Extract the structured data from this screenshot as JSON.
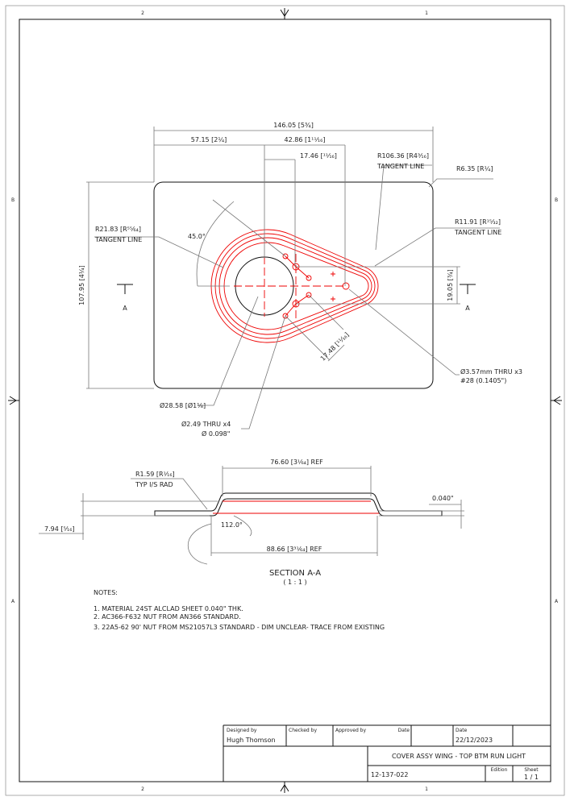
{
  "zones": {
    "top": [
      "2",
      "1"
    ],
    "side": [
      "B",
      "A"
    ]
  },
  "plan_view": {
    "dims": {
      "overall_width": "146.05 [5¾]",
      "left_to_center": "57.15 [2¼]",
      "center_to_hole": "42.86 [1¹¹⁄₁₆]",
      "center_to_bolt": "17.46 [¹¹⁄₁₆]",
      "r_large": "R106.36 [R4³⁄₁₆]",
      "r_large_note": "TANGENT LINE",
      "corner_radius": "R6.35 [R¼]",
      "r_left": "R21.83 [R⁵⁵⁄₆₄]",
      "r_left_note": "TANGENT LINE",
      "r_right": "R11.91 [R¹⁵⁄₃₂]",
      "r_right_note": "TANGENT LINE",
      "angle": "45.0°",
      "height": "107.95 [4¼]",
      "hole_spacing": "19.05 [¾]",
      "bolt_spacing": "17.48 [¹¹⁄₁₆]",
      "hole_diameter": "Ø28.58 [Ø1⅛]",
      "small_holes": "Ø2.49 THRU x4",
      "small_holes_in": "Ø 0.098\"",
      "thru_holes": "Ø3.57mm THRU x3",
      "thru_holes_drill": "#28 (0.1405\")"
    },
    "section_marker": "A"
  },
  "section_view": {
    "top_width": "76.60 [3¹⁄₆₄] REF",
    "radius": "R1.59 [R¹⁄₁₆]",
    "radius_note": "TYP I/S RAD",
    "height": "7.94 [⁵⁄₁₆]",
    "thickness": "0.040\"",
    "angle": "112.0°",
    "base_width": "88.66 [3³¹⁄₆₄] REF",
    "title": "SECTION A-A",
    "scale": "( 1 : 1 )"
  },
  "notes": {
    "heading": "NOTES:",
    "items": [
      "1.   MATERIAL 24ST ALCLAD SHEET 0.040\" THK.",
      "2.   AC366-F632 NUT FROM AN366 STANDARD.",
      "3.   22A5-62 90' NUT FROM MS21057L3 STANDARD - DIM UNCLEAR- TRACE FROM EXISTING"
    ]
  },
  "title_block": {
    "designed_by_label": "Designed by",
    "designed_by": "Hugh Thomson",
    "checked_by_label": "Checked by",
    "approved_by_label": "Approved by",
    "date_label_1": "Date",
    "date_label_2": "Date",
    "date": "22/12/2023",
    "title": "COVER ASSY WING - TOP BTM RUN LIGHT",
    "part_number": "12-137-022",
    "edition_label": "Edition",
    "sheet_label": "Sheet",
    "sheet": "1 / 1"
  }
}
